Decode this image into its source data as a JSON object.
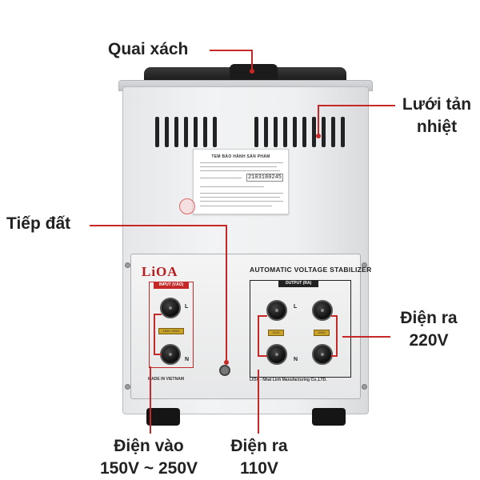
{
  "diagram": {
    "product_label": {
      "warranty_title": "TEM BẢO HÀNH SẢN PHẨM",
      "serial": "2103180245"
    },
    "device_panel": {
      "brand": "LiOA",
      "input_caption": "INPUT (VÀO)",
      "output_caption": "OUTPUT (RA)",
      "panel_title": "AUTOMATIC VOLTAGE STABILIZER",
      "made_in": "MADE IN VIETNAM",
      "manufacturer": "LIOA - Nhat Linh Manufacturing Co.,LTD.",
      "terminal_L": "L",
      "terminal_N": "N",
      "input_tag": "150V~250V",
      "out_tag_110": "110V",
      "out_tag_220": "220V"
    },
    "callouts": {
      "handle": {
        "line1": "Quai xách"
      },
      "heatsink": {
        "line1": "Lưới tản",
        "line2": "nhiệt"
      },
      "ground": {
        "line1": "Tiếp đất"
      },
      "out220": {
        "line1": "Điện ra",
        "line2": "220V"
      },
      "input": {
        "line1": "Điện vào",
        "line2": "150V ~ 250V"
      },
      "out110": {
        "line1": "Điện ra",
        "line2": "110V"
      }
    },
    "colors": {
      "leader_line": "#c62828",
      "text": "#222222",
      "brand": "#b71c1c"
    }
  }
}
